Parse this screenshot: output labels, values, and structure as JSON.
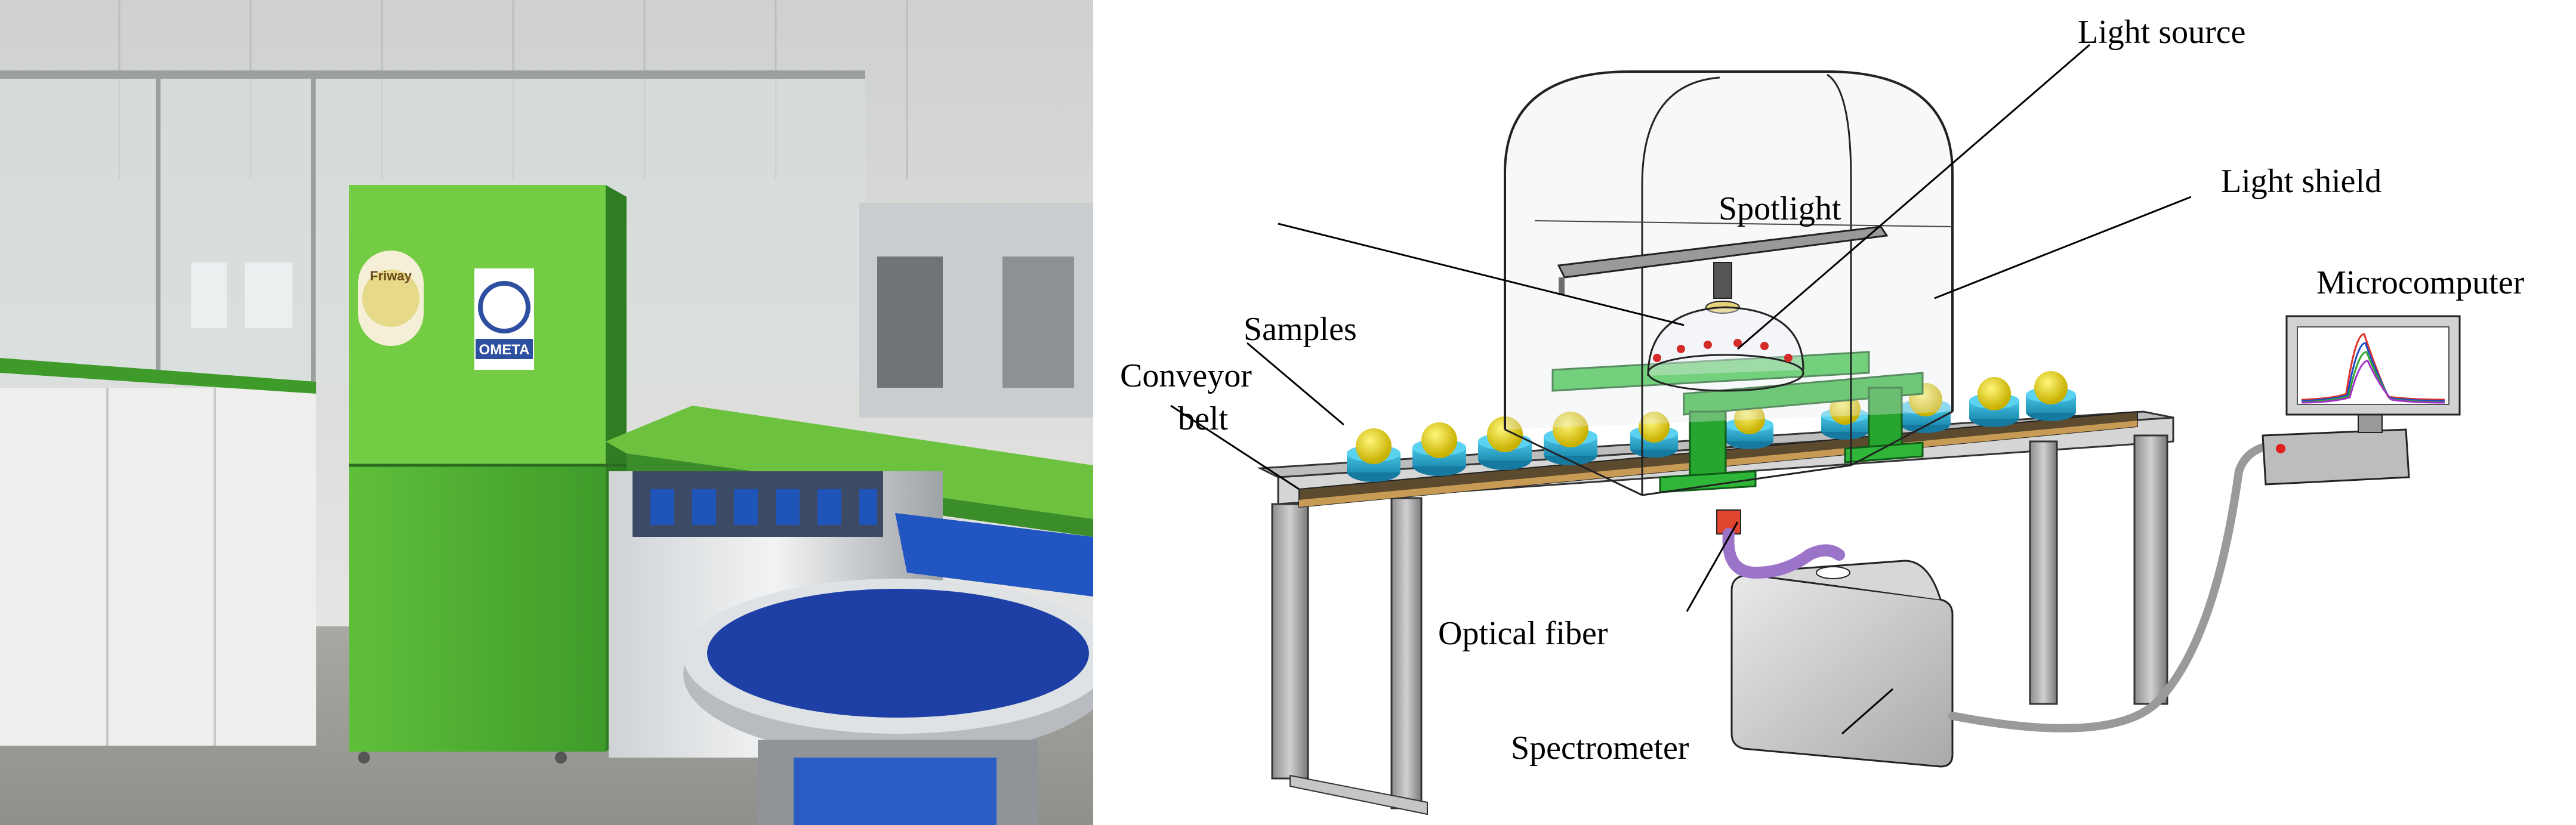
{
  "photo": {
    "logos": [
      "Friway",
      "OMETA"
    ]
  },
  "schematic": {
    "labels": {
      "light_source": "Light source",
      "light_shield": "Light shield",
      "spotlight": "Spotlight",
      "samples": "Samples",
      "conveyor_belt_line1": "Conveyor",
      "conveyor_belt_line2": "belt",
      "microcomputer": "Microcomputer",
      "optical_fiber": "Optical fiber",
      "spectrometer": "Spectrometer"
    }
  }
}
